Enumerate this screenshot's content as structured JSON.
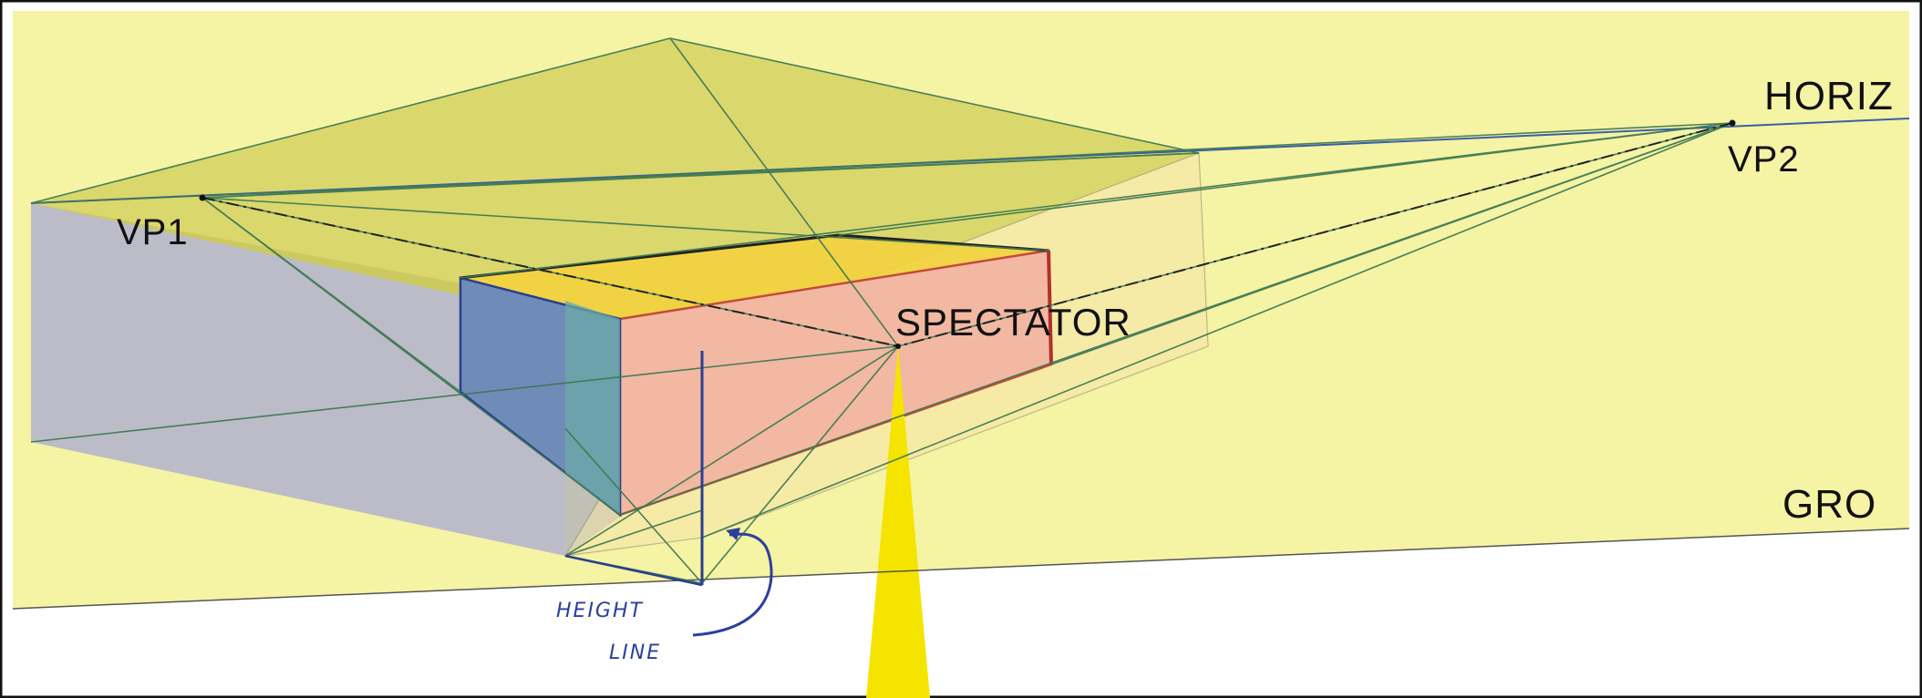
{
  "labels": {
    "horizon": "HORIZ",
    "vp1": "VP1",
    "vp2": "VP2",
    "spectator": "SPECTATOR",
    "ground": "GRO",
    "height_line_1": "HEIGHT",
    "height_line_2": "LINE"
  },
  "colors": {
    "background_yellow": "#f5f3a4",
    "roof_plane": "#d8d56a",
    "box_top": "#f2d23e",
    "box_front": "#f2b8a2",
    "box_side": "#6f8bb8",
    "shadow_wall": "#bcbcc9",
    "ground_white": "#ffffff",
    "construction_line": "#3f7a52",
    "horizon_line": "#3b5fa8",
    "spectator_ray": "#f5e400",
    "annotation_ink": "#2b3f9c"
  }
}
